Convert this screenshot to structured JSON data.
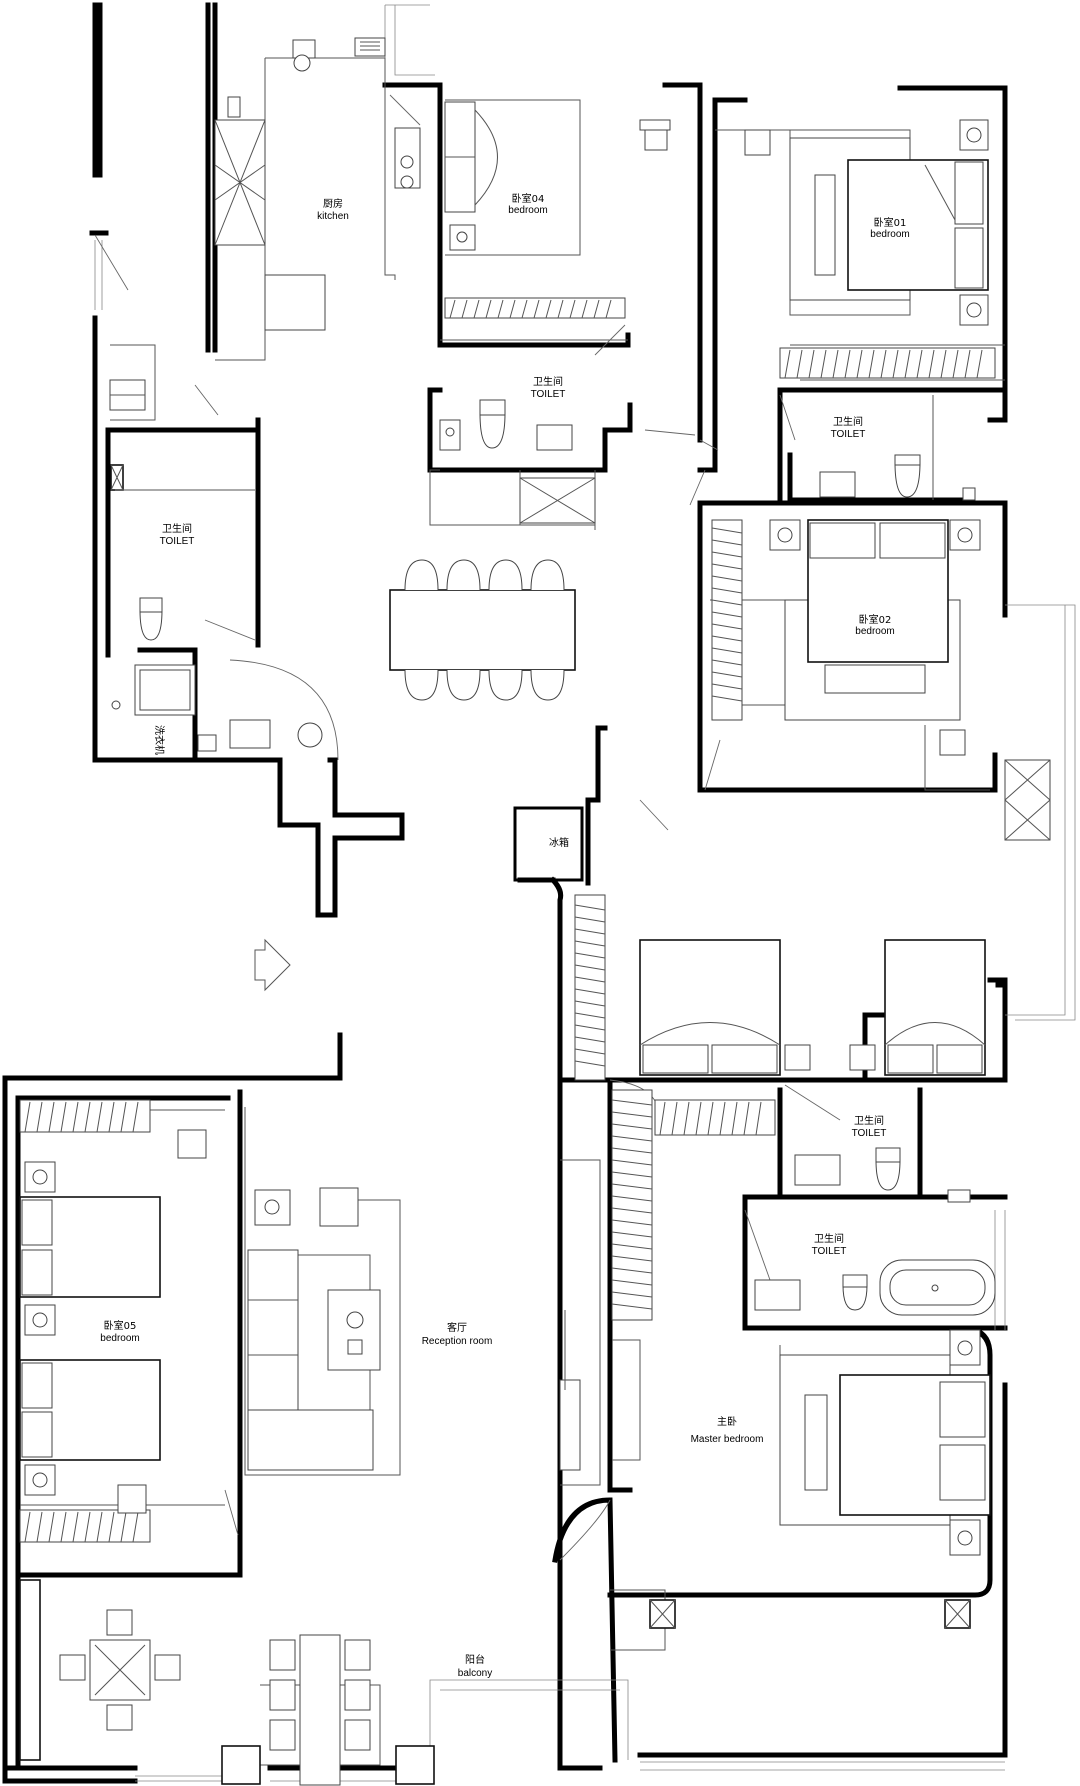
{
  "plan": {
    "rooms": {
      "kitchen": {
        "cn": "厨房",
        "en": "kitchen"
      },
      "bedroom04": {
        "cn": "卧室04",
        "en": "bedroom"
      },
      "bedroom01": {
        "cn": "卧室01",
        "en": "bedroom"
      },
      "toilet_mid": {
        "cn": "卫生间",
        "en": "TOILET"
      },
      "toilet_right_upper": {
        "cn": "卫生间",
        "en": "TOILET"
      },
      "toilet_left": {
        "cn": "卫生间",
        "en": "TOILET"
      },
      "bedroom02": {
        "cn": "卧室02",
        "en": "bedroom"
      },
      "fridge": {
        "cn": "冰箱"
      },
      "bedroom05": {
        "cn": "卧室05",
        "en": "bedroom"
      },
      "reception": {
        "cn": "客厅",
        "en": "Reception room"
      },
      "toilet_lower_a": {
        "cn": "卫生间",
        "en": "TOILET"
      },
      "toilet_lower_b": {
        "cn": "卫生间",
        "en": "TOILET"
      },
      "master_bedroom": {
        "cn": "主卧",
        "en": "Master bedroom"
      },
      "balcony": {
        "cn": "阳台",
        "en": "balcony"
      },
      "laundry": {
        "cn": "洗衣机"
      }
    },
    "colors": {
      "wall": "#000000",
      "fixture": "#444444",
      "background": "#ffffff"
    }
  }
}
